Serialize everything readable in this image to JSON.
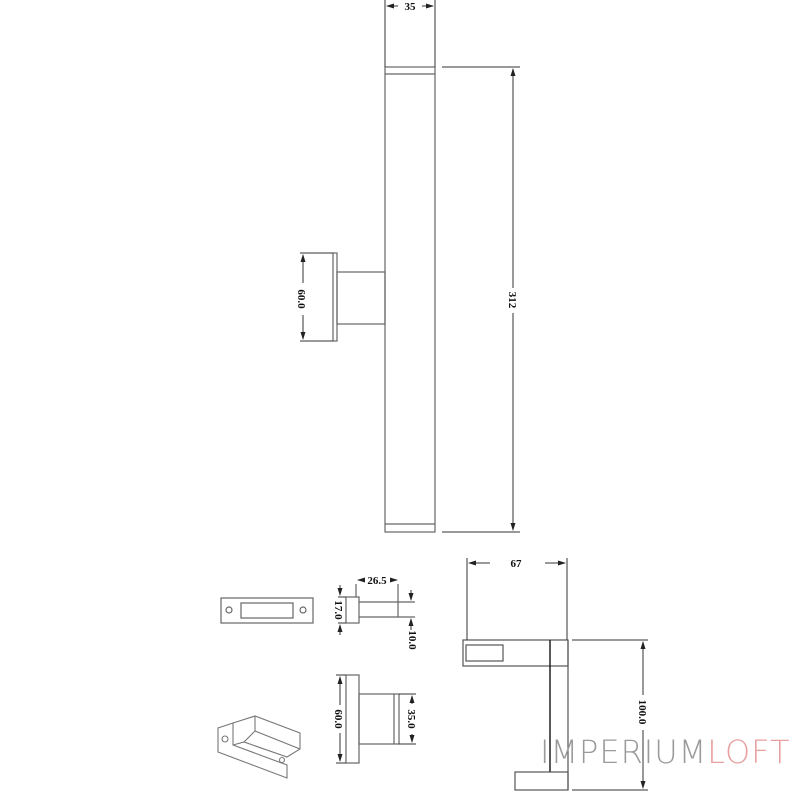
{
  "drawing": {
    "front_view": {
      "width_label": "35",
      "height_label": "312",
      "mount_label": "60.0"
    },
    "bracket_top_view": {
      "depth_label": "26.5",
      "height_label": "17.0",
      "offset_label": "10.0"
    },
    "bracket_side_view": {
      "plate_label": "60.0",
      "arm_label": "35.0"
    },
    "side_view": {
      "depth_label": "67",
      "height_label": "100.0"
    }
  },
  "watermark": {
    "part1": "IMPERIUM",
    "part2": "LOFT",
    "colors": {
      "part1": "#9a9a9a",
      "part2": "#e8a0a0"
    }
  },
  "colors": {
    "line": "#555555",
    "dim_line": "#333333",
    "background": "#ffffff"
  }
}
